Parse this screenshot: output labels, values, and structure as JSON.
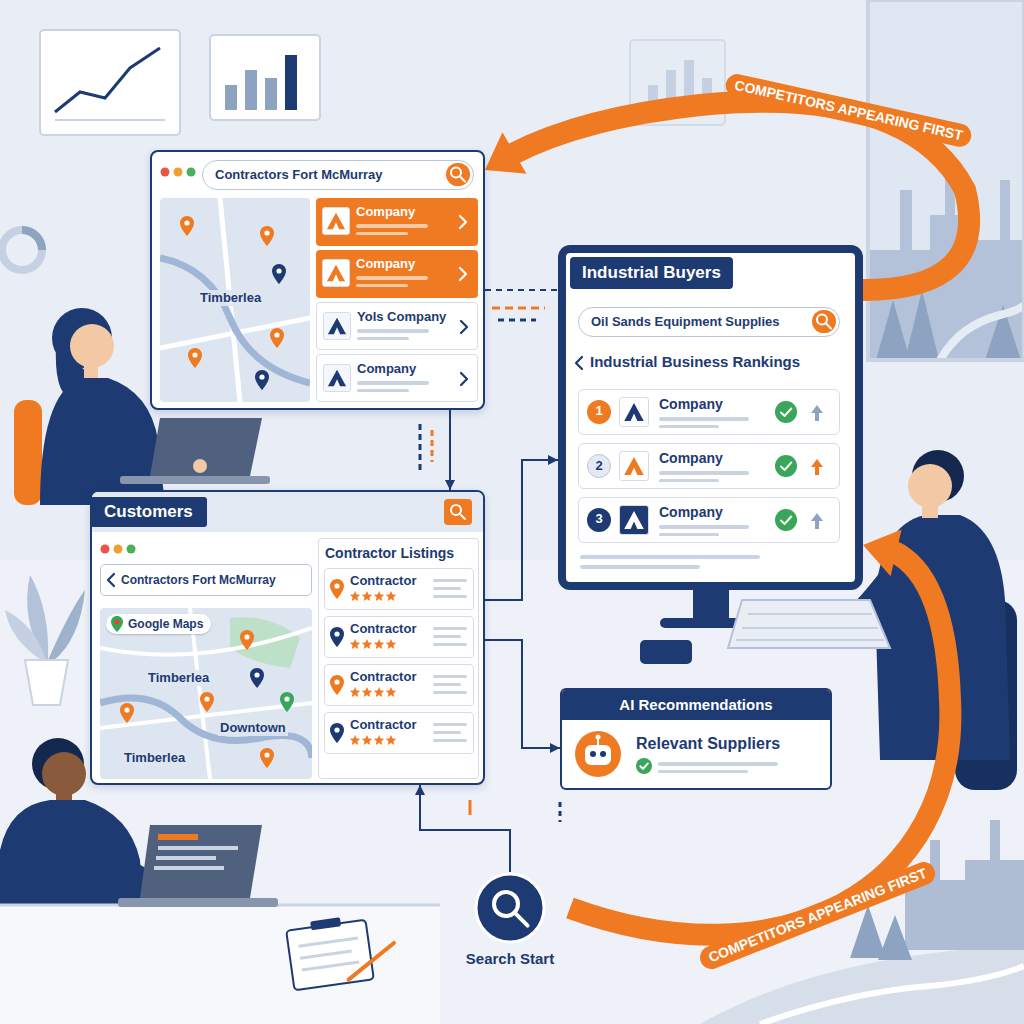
{
  "diagram": {
    "nodes": [
      {
        "text": [
          "Contractors Fort McMurray",
          "Timberlea"
        ]
      },
      {
        "text": [
          "Company"
        ],
        "in": 0
      },
      {
        "text": [
          "Company"
        ],
        "in": 0
      },
      {
        "text": [
          "Yols Company"
        ],
        "in": 0
      },
      {
        "text": [
          "Company"
        ],
        "in": 0
      },
      {
        "text": [
          "Customers",
          "Contractors Fort McMurray"
        ]
      },
      {
        "text": [
          "Google Maps",
          "Timberlea",
          "Downtown",
          "Timberlea"
        ],
        "in": 5
      },
      {
        "text": [
          "Contractor Listings"
        ],
        "in": 5
      },
      {
        "text": [
          "Contractor"
        ],
        "in": 7
      },
      {
        "text": [
          "Contractor"
        ],
        "in": 7
      },
      {
        "text": [
          "Contractor"
        ],
        "in": 7
      },
      {
        "text": [
          "Contractor"
        ],
        "in": 7
      },
      {
        "text": [
          "Industrial Buyers",
          "Oil Sands Equipment Supplies",
          "Industrial Business Rankings"
        ]
      },
      {
        "text": [
          "1",
          "Company"
        ],
        "in": 12
      },
      {
        "text": [
          "2",
          "Company"
        ],
        "in": 12
      },
      {
        "text": [
          "3",
          "Company"
        ],
        "in": 12
      },
      {
        "text": [
          "AI Recommendations",
          "Relevant Suppliers"
        ]
      },
      {
        "text": [
          "Search Start"
        ]
      }
    ],
    "edges": [
      {
        "from": 0,
        "to": 5,
        "arrow": "to"
      },
      {
        "from": 0,
        "to": 12,
        "arrow": "none"
      },
      {
        "from": 5,
        "to": 12,
        "arrow": "to"
      },
      {
        "from": 5,
        "to": 16,
        "arrow": "to"
      },
      {
        "from": 17,
        "to": 5,
        "arrow": "to"
      },
      {
        "from": 17,
        "to": 12,
        "label": "COMPETITORS APPEARING FIRST",
        "arrow": "to"
      },
      {
        "from": 12,
        "to": 0,
        "label": "COMPETITORS APPEARING FIRST",
        "arrow": "to"
      }
    ]
  }
}
